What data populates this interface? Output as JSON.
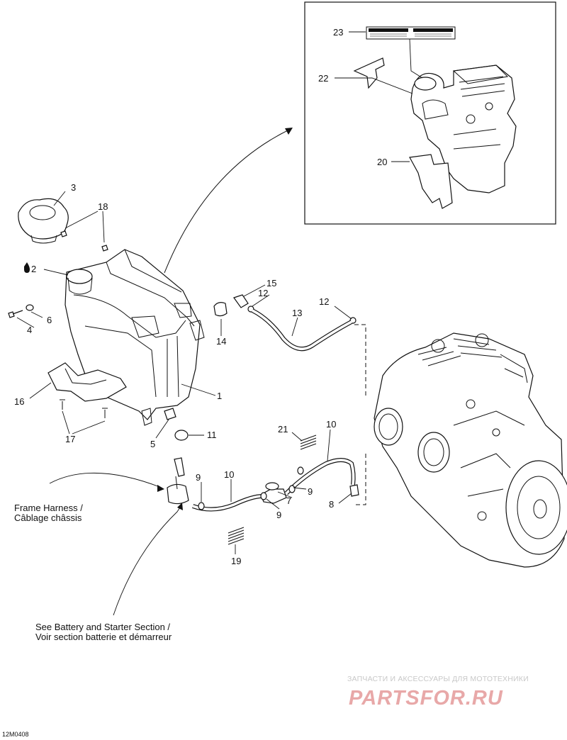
{
  "diagram": {
    "callouts": [
      "1",
      "2",
      "3",
      "4",
      "5",
      "6",
      "7",
      "8",
      "9",
      "9",
      "9",
      "9",
      "10",
      "10",
      "11",
      "12",
      "12",
      "13",
      "14",
      "15",
      "16",
      "17",
      "18",
      "19",
      "20",
      "21",
      "22",
      "23"
    ],
    "notes": {
      "frame_harness_en": "Frame Harness /",
      "frame_harness_fr": "Câblage châssis",
      "battery_en": "See Battery and Starter Section /",
      "battery_fr": "Voir section batterie et démarreur"
    },
    "drawing_code": "12M0408",
    "watermark": {
      "line1": "ЗАПЧАСТИ И АКСЕССУАРЫ ДЛЯ МОТОТЕХНИКИ",
      "line2": "PARTSFOR.RU"
    }
  }
}
